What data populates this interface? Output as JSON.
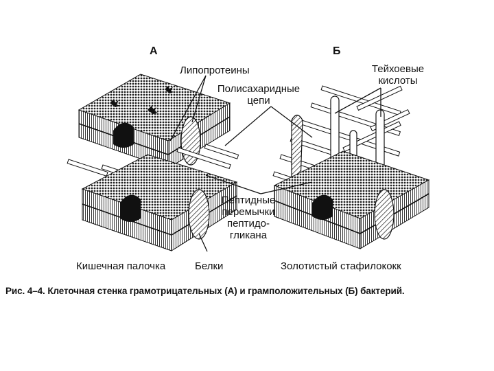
{
  "panels": {
    "a_letter": "А",
    "b_letter": "Б"
  },
  "labels": {
    "lipoproteins": "Липопротеины",
    "polysaccharide_1": "Полисахаридные",
    "polysaccharide_2": "цепи",
    "teichoic_1": "Тейхоевые",
    "teichoic_2": "кислоты",
    "peptide_1": "Пептидные",
    "peptide_2": "перемычки",
    "peptide_3": "пептидо-",
    "peptide_4": "гликана",
    "ecoli": "Кишечная палочка",
    "proteins": "Белки",
    "staph": "Золотистый стафилококк"
  },
  "caption": "Рис. 4–4. Клеточная стенка грамотрицательных (А) и грамположительных (Б) бактерий."
}
